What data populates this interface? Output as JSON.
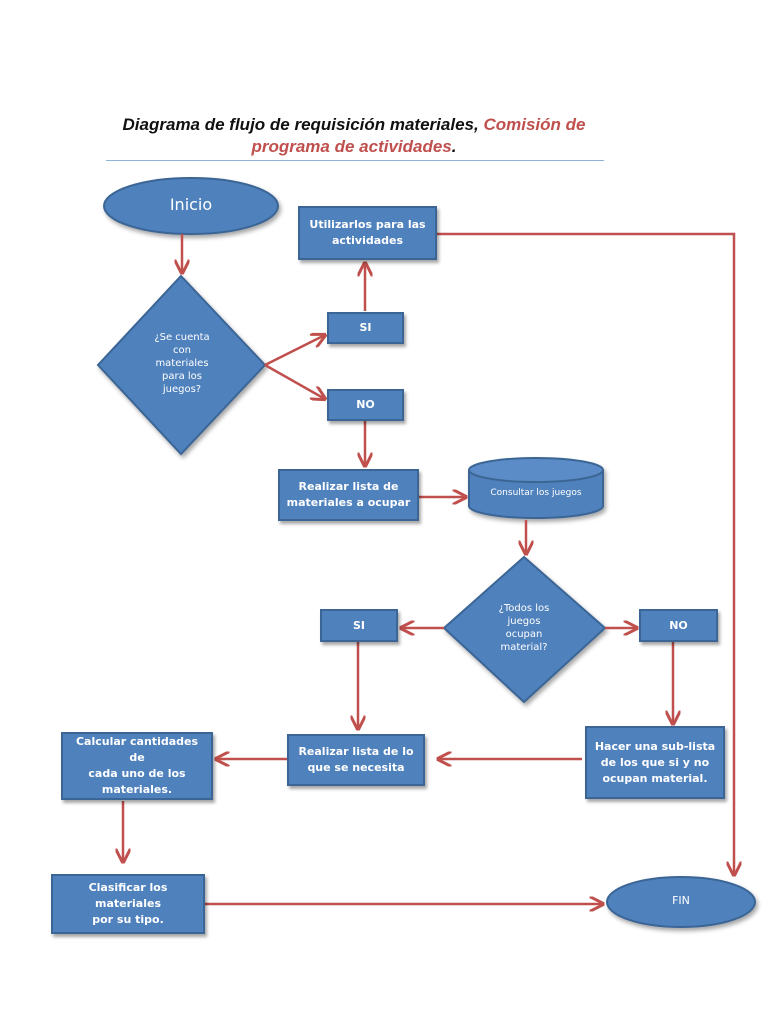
{
  "title": {
    "part1": "Diagrama de flujo de requisición materiales, ",
    "part2": "Comisión de programa de actividades",
    "part3": "."
  },
  "nodes": {
    "inicio": "Inicio",
    "utilizarlos": "Utilizarlos para las\nactividades",
    "decision1": "¿Se cuenta\ncon\nmateriales\npara los\njuegos?",
    "si1": "SI",
    "no1": "NO",
    "realizar_lista": "Realizar lista de\nmateriales a ocupar",
    "consultar": "Consultar los juegos",
    "decision2": "¿Todos los\njuegos\nocupan\nmaterial?",
    "si2": "SI",
    "no2": "NO",
    "calcular": "Calcular cantidades de\ncada uno de los\nmateriales.",
    "realizar_lista2": "Realizar lista  de lo\nque se necesita",
    "sublista": "Hacer una sub-lista\nde los que si y no\nocupan material.",
    "clasificar": "Clasificar los materiales\npor su tipo.",
    "fin": "FIN"
  },
  "colors": {
    "shape_fill": "#4f81bd",
    "shape_border": "#3b6595",
    "arrow": "#c0504d",
    "title_accent": "#c0504d"
  }
}
